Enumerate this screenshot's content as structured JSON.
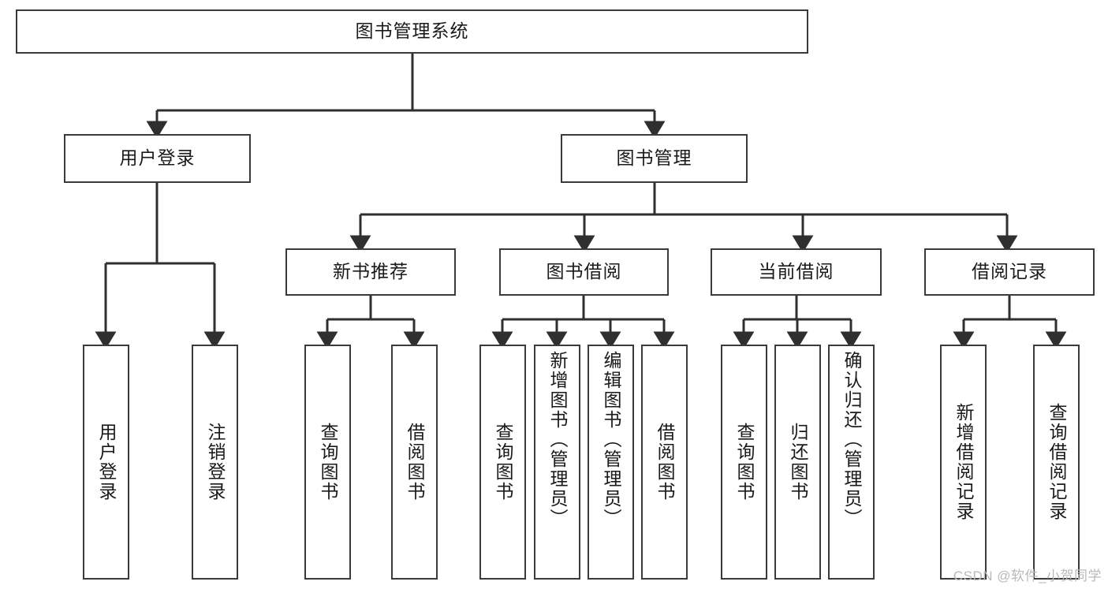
{
  "diagram": {
    "title": "图书管理系统",
    "type": "tree-hierarchy-diagram",
    "root": {
      "id": "root",
      "label": "图书管理系统"
    },
    "level2": [
      {
        "id": "user-login",
        "label": "用户登录"
      },
      {
        "id": "book-management",
        "label": "图书管理"
      }
    ],
    "level3": [
      {
        "id": "new-book-recommend",
        "label": "新书推荐",
        "parent": "book-management"
      },
      {
        "id": "book-borrow",
        "label": "图书借阅",
        "parent": "book-management"
      },
      {
        "id": "current-borrow",
        "label": "当前借阅",
        "parent": "book-management"
      },
      {
        "id": "borrow-record",
        "label": "借阅记录",
        "parent": "book-management"
      }
    ],
    "leaves": [
      {
        "id": "leaf-user-login",
        "label": "用户登录",
        "parent": "user-login"
      },
      {
        "id": "leaf-logout-login",
        "label": "注销登录",
        "parent": "user-login"
      },
      {
        "id": "leaf-query-book-1",
        "label": "查询图书",
        "parent": "new-book-recommend"
      },
      {
        "id": "leaf-borrow-book-1",
        "label": "借阅图书",
        "parent": "new-book-recommend"
      },
      {
        "id": "leaf-query-book-2",
        "label": "查询图书",
        "parent": "book-borrow"
      },
      {
        "id": "leaf-add-book-admin",
        "label": "新增图书（管理员）",
        "parent": "book-borrow"
      },
      {
        "id": "leaf-edit-book-admin",
        "label": "编辑图书（管理员）",
        "parent": "book-borrow"
      },
      {
        "id": "leaf-borrow-book-2",
        "label": "借阅图书",
        "parent": "book-borrow"
      },
      {
        "id": "leaf-query-book-3",
        "label": "查询图书",
        "parent": "current-borrow"
      },
      {
        "id": "leaf-return-book",
        "label": "归还图书",
        "parent": "current-borrow"
      },
      {
        "id": "leaf-confirm-return-admin",
        "label": "确认归还（管理员）",
        "parent": "current-borrow"
      },
      {
        "id": "leaf-add-borrow-record",
        "label": "新增借阅记录",
        "parent": "borrow-record"
      },
      {
        "id": "leaf-query-borrow-record",
        "label": "查询借阅记录",
        "parent": "borrow-record"
      }
    ],
    "watermark": "CSDN @软件_小贺同学",
    "colors": {
      "box_border": "#3a3a3a",
      "box_fill": "#ffffff",
      "connector": "#2f2f2f",
      "text": "#1a1a1a",
      "watermark": "#b9b9b9",
      "background": "#ffffff"
    }
  }
}
